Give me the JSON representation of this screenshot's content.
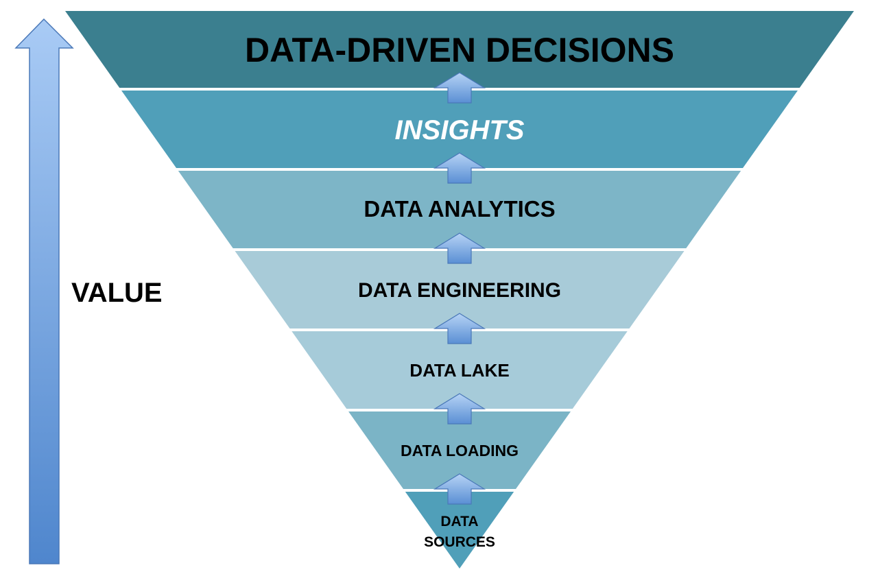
{
  "diagram": {
    "value_axis": {
      "label": "VALUE"
    },
    "layers": [
      {
        "id": "decisions",
        "label": "DATA-DRIVEN DECISIONS",
        "italic": false,
        "fill": "#3b7f8f",
        "text_color": "#000000"
      },
      {
        "id": "insights",
        "label": "INSIGHTS",
        "italic": true,
        "fill": "#509fb9",
        "text_color": "#ffffff"
      },
      {
        "id": "analytics",
        "label": "DATA ANALYTICS",
        "italic": false,
        "fill": "#7db5c7",
        "text_color": "#000000"
      },
      {
        "id": "engineering",
        "label": "DATA ENGINEERING",
        "italic": false,
        "fill": "#a8cbd8",
        "text_color": "#000000"
      },
      {
        "id": "lake",
        "label": "DATA LAKE",
        "italic": false,
        "fill": "#a6cbd9",
        "text_color": "#000000"
      },
      {
        "id": "loading",
        "label": "DATA LOADING",
        "italic": false,
        "fill": "#7bb4c6",
        "text_color": "#000000"
      },
      {
        "id": "sources",
        "label": "DATA SOURCES",
        "label_lines": [
          "DATA",
          "SOURCES"
        ],
        "italic": false,
        "fill": "#509fb9",
        "text_color": "#000000"
      }
    ],
    "colors": {
      "arrow_fill_top": "#a9cbf5",
      "arrow_fill_bottom": "#4f86cd",
      "arrow_stroke": "#4a78b8",
      "separator": "#ffffff"
    }
  }
}
